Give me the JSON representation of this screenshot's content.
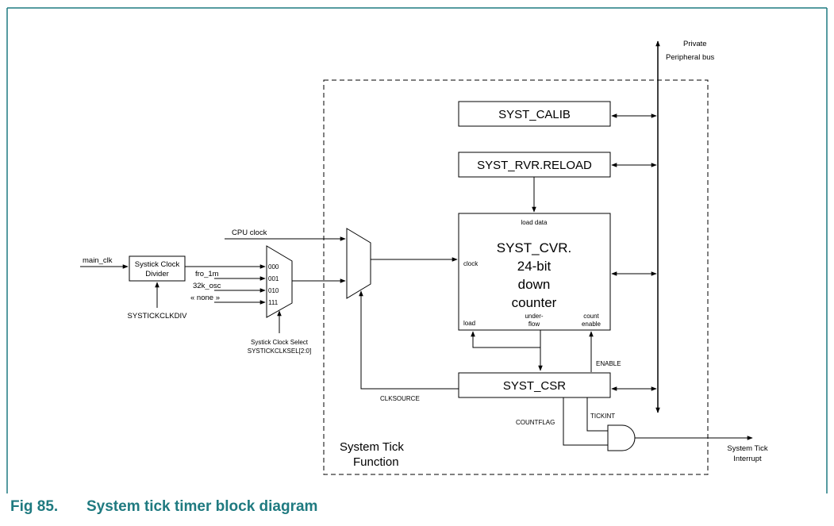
{
  "caption": {
    "number": "Fig 85.",
    "title": "System tick timer block diagram"
  },
  "blocks": {
    "syst_calib": "SYST_CALIB",
    "syst_rvr": "SYST_RVR.RELOAD",
    "syst_cvr_lines": [
      "SYST_CVR.",
      "24-bit",
      "down",
      "counter"
    ],
    "syst_csr": "SYST_CSR",
    "divider_lines": [
      "Systick Clock",
      "Divider"
    ]
  },
  "counter_ports": {
    "load_data": "load data",
    "clock": "clock",
    "load": "load",
    "underflow_lines": [
      "under-",
      "flow"
    ],
    "count_enable_lines": [
      "count",
      "enable"
    ]
  },
  "signals": {
    "main_clk": "main_clk",
    "systickclkdiv": "SYSTICKCLKDIV",
    "cpu_clock": "CPU clock",
    "fro_1m": "fro_1m",
    "osc_32k": "32k_osc",
    "none": "« none »",
    "clksel_lines": [
      "Systick Clock Select",
      "SYSTICKCLKSEL[2:0]"
    ],
    "clksource": "CLKSOURCE",
    "enable": "ENABLE",
    "countflag": "COUNTFLAG",
    "tickint": "TICKINT",
    "interrupt_lines": [
      "System Tick",
      "Interrupt"
    ],
    "bus_lines": [
      "Private",
      "Peripheral bus"
    ],
    "function_lines": [
      "System Tick",
      "Function"
    ]
  },
  "mux_inputs": [
    "000",
    "001",
    "010",
    "111"
  ]
}
